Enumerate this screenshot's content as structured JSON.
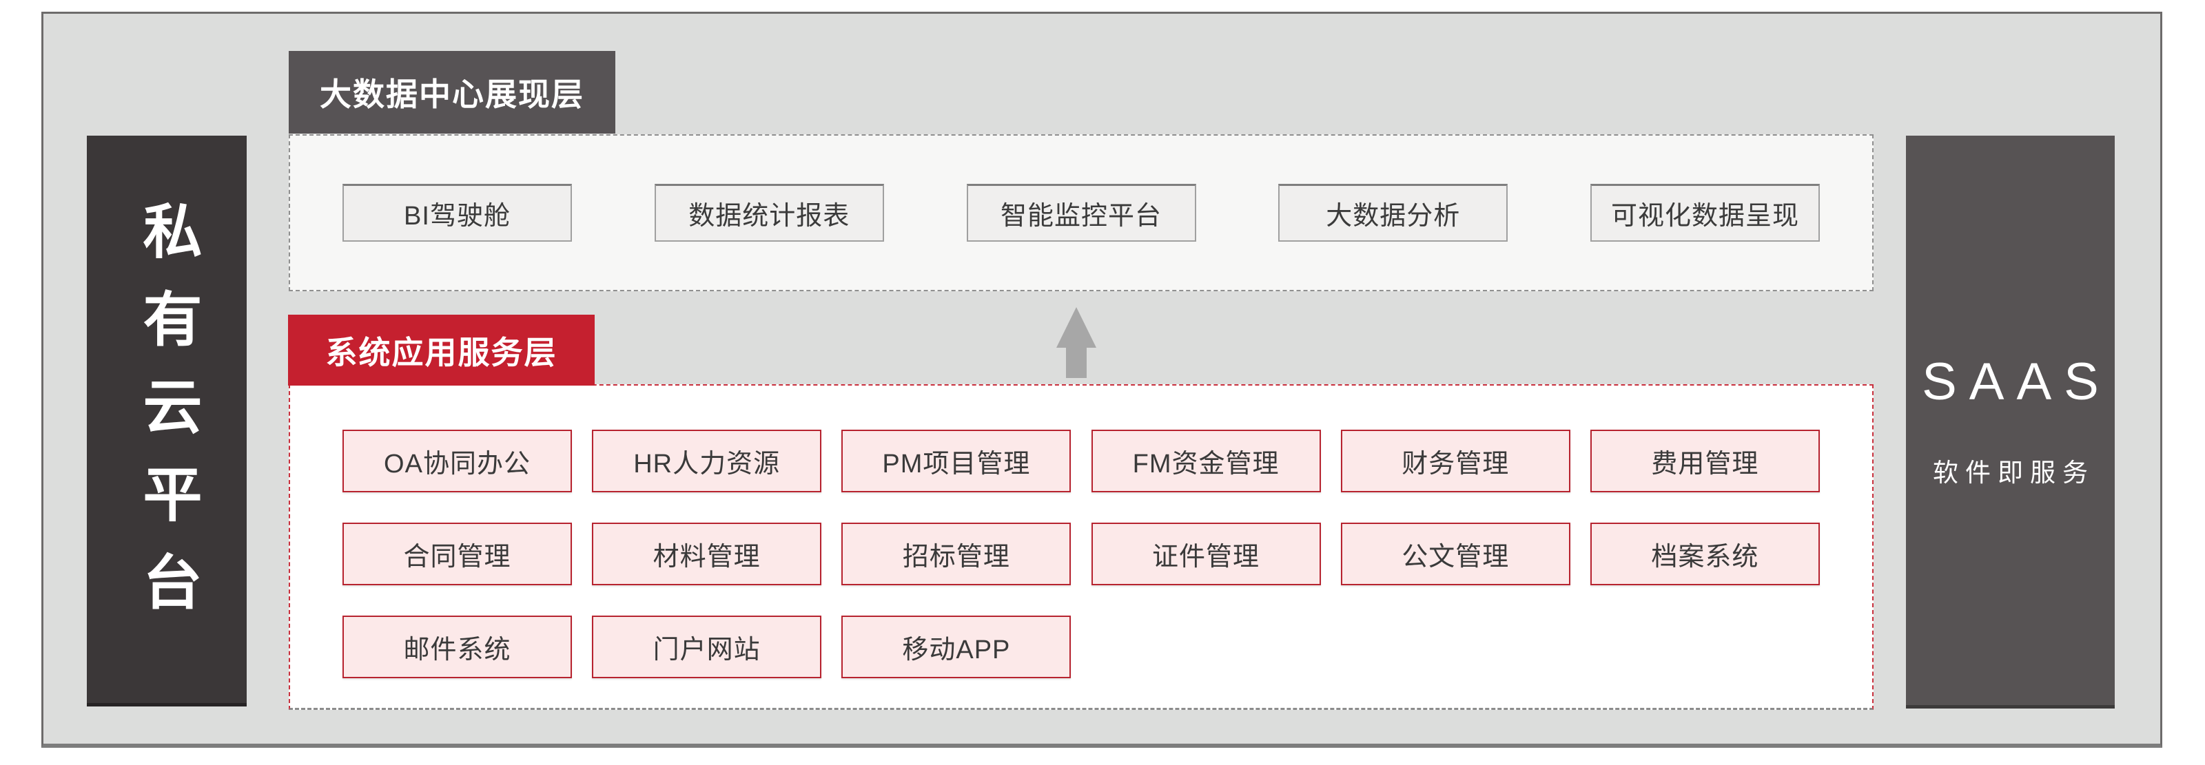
{
  "left_bar": {
    "label": "私有云平台"
  },
  "right_bar": {
    "title": "SAAS",
    "subtitle": "软件即服务"
  },
  "presentation_layer": {
    "header": "大数据中心展现层",
    "items": [
      "BI驾驶舱",
      "数据统计报表",
      "智能监控平台",
      "大数据分析",
      "可视化数据呈现"
    ]
  },
  "application_layer": {
    "header": "系统应用服务层",
    "items": [
      "OA协同办公",
      "HR人力资源",
      "PM项目管理",
      "FM资金管理",
      "财务管理",
      "费用管理",
      "合同管理",
      "材料管理",
      "招标管理",
      "证件管理",
      "公文管理",
      "档案系统",
      "邮件系统",
      "门户网站",
      "移动APP"
    ]
  },
  "arrow": {
    "meaning": "data flows up from application layer to presentation layer"
  },
  "colors": {
    "canvas_bg": "#dcdddc",
    "panel_light_bg": "#f7f7f6",
    "panel_white_bg": "#ffffff",
    "dark_bar": "#3b3738",
    "dark_header": "#575355",
    "accent_red": "#c5202f",
    "red_dashed_border": "#c9303d",
    "pink_fill": "#fce9e9",
    "pink_border": "#b7232f",
    "gray_box_fill": "#f0efee",
    "gray_box_border": "#a0a0a0",
    "arrow_gray": "#a7a7a7"
  }
}
